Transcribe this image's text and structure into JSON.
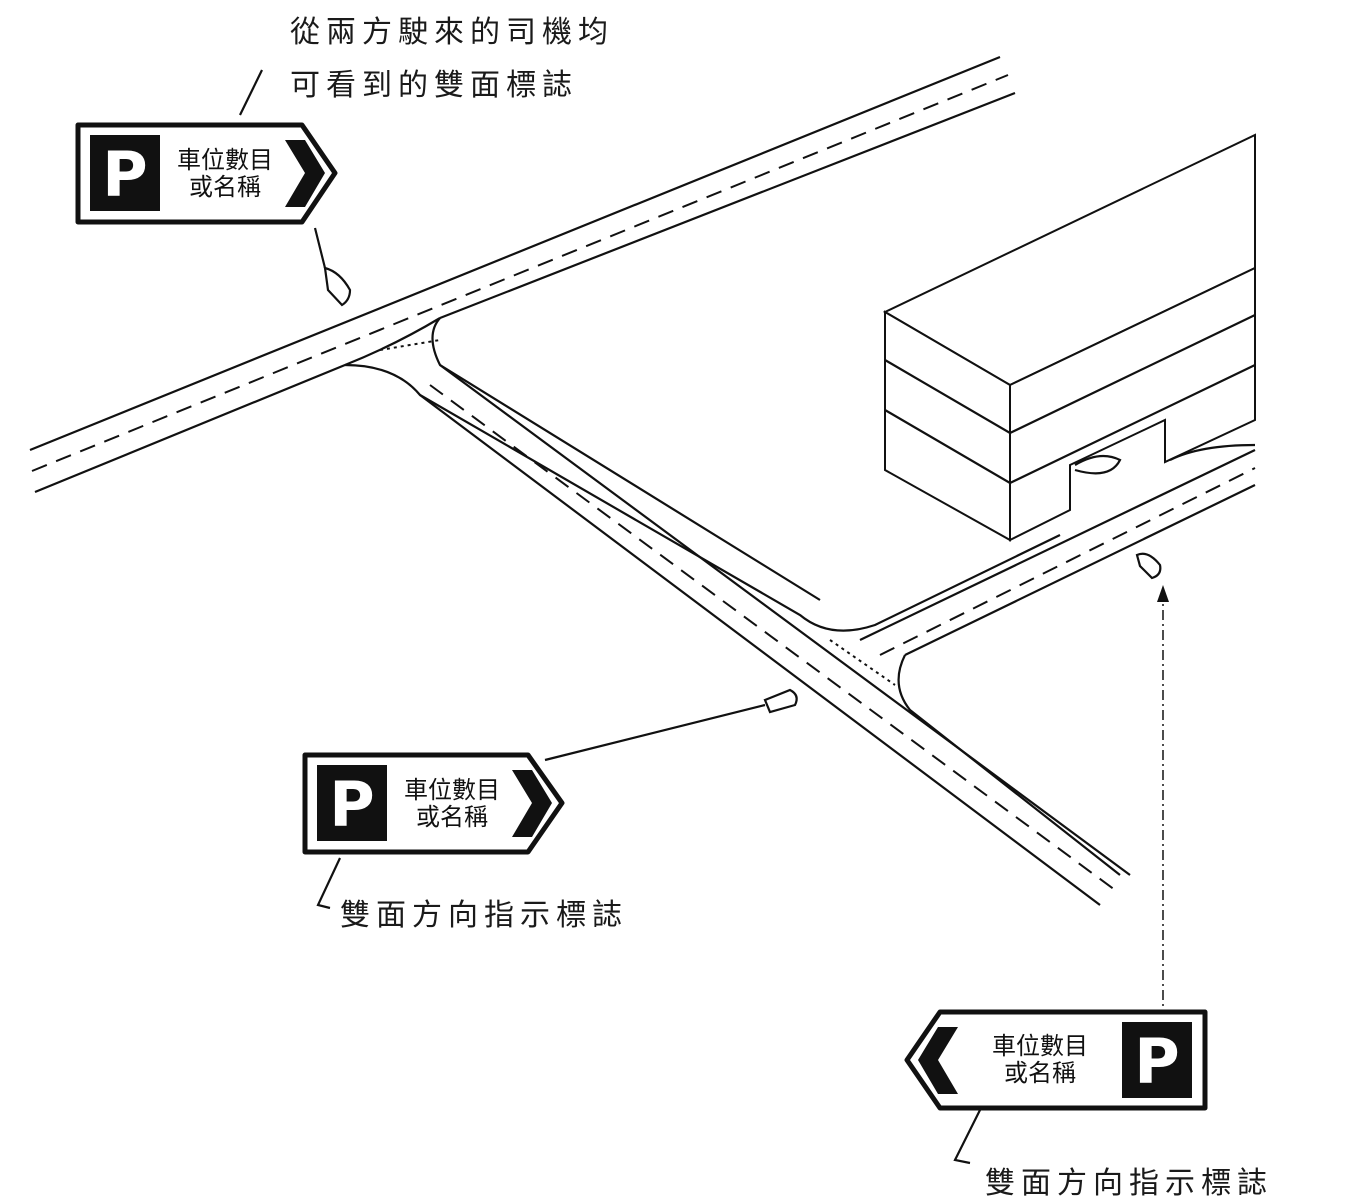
{
  "captions": {
    "top_line1": "從兩方駛來的司機均",
    "top_line2": "可看到的雙面標誌",
    "middle": "雙面方向指示標誌",
    "bottom": "雙面方向指示標誌"
  },
  "signs": {
    "sign1": {
      "symbol": "P",
      "line1": "車位數目",
      "line2": "或名稱"
    },
    "sign2": {
      "symbol": "P",
      "line1": "車位數目",
      "line2": "或名稱"
    },
    "sign3": {
      "symbol": "P",
      "line1": "車位數目",
      "line2": "或名稱"
    }
  },
  "colors": {
    "ink": "#111111",
    "paper": "#ffffff"
  }
}
